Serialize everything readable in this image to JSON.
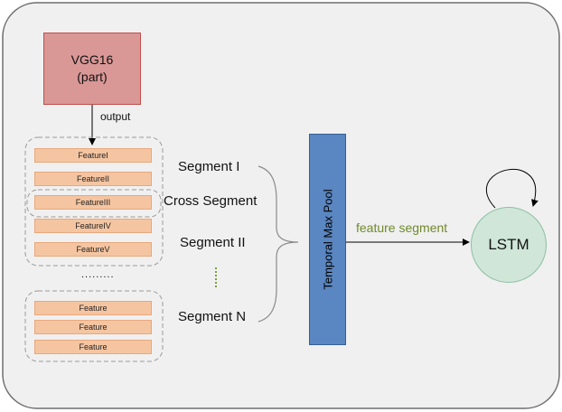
{
  "diagram": {
    "vgg_block": {
      "line1": "VGG16",
      "line2": "(part)"
    },
    "output_label": "output",
    "features_top": [
      "FeatureI",
      "FeatureII",
      "FeatureIII",
      "FeatureIV",
      "FeatureV"
    ],
    "ellipsis_dots": ".........",
    "features_bottom": [
      "Feature",
      "Feature",
      "Feature"
    ],
    "segments": {
      "segment_1": "Segment I",
      "cross": "Cross Segment",
      "segment_2": "Segment II",
      "segment_n": "Segment N"
    },
    "pool_label": "Temporal Max Pool",
    "arrow_label": "feature segment",
    "lstm_label": "LSTM",
    "colors": {
      "vgg_fill": "#d99796",
      "feature_fill": "#f5c5a1",
      "pool_fill": "#5a86c1",
      "lstm_fill": "#cfe6d8",
      "arrow_label_color": "#6e8a2a",
      "dotted_green": "#7aa03a"
    }
  }
}
